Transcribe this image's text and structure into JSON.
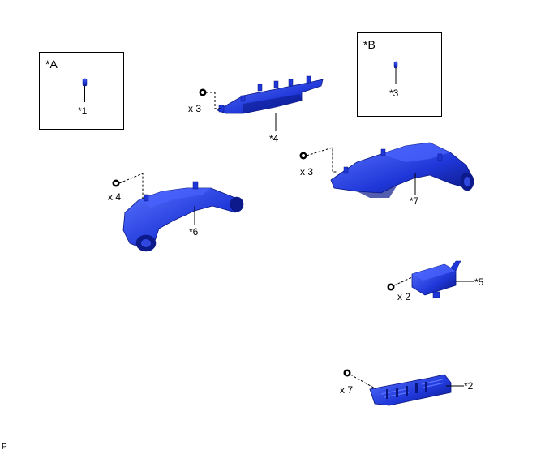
{
  "views": [
    {
      "id": "A",
      "label": "*A"
    },
    {
      "id": "B",
      "label": "*B"
    }
  ],
  "parts": [
    {
      "id": "1",
      "label": "*1"
    },
    {
      "id": "2",
      "label": "*2"
    },
    {
      "id": "3",
      "label": "*3"
    },
    {
      "id": "4",
      "label": "*4"
    },
    {
      "id": "5",
      "label": "*5"
    },
    {
      "id": "6",
      "label": "*6"
    },
    {
      "id": "7",
      "label": "*7"
    }
  ],
  "fastener_counts": {
    "duct4": "x 3",
    "duct7": "x 3",
    "duct6": "x 4",
    "part5": "x 2",
    "part2": "x 7"
  },
  "footer_code": "P",
  "colors": {
    "part_fill": "#1f37d8",
    "part_dark": "#0c1a8c",
    "part_light": "#5a74ff",
    "line": "#000000"
  }
}
